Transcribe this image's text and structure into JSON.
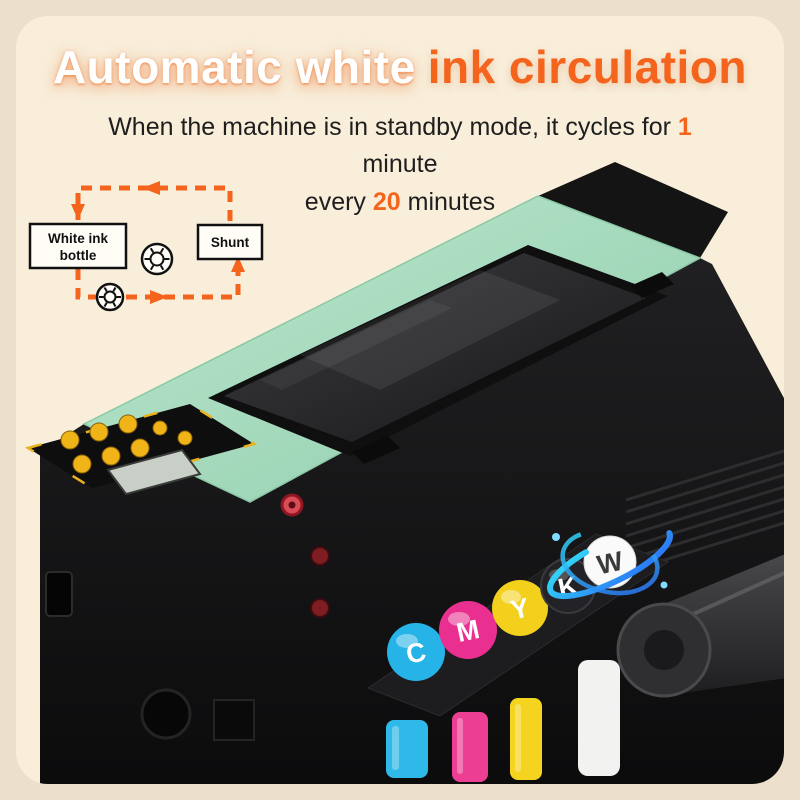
{
  "card": {
    "background": "#f8eeda",
    "outer_background": "#ece0cb"
  },
  "header": {
    "title_white": "Automatic white",
    "title_orange": "ink circulation",
    "accent_color": "#f4641d",
    "subtitle": {
      "line1_pre": "When the machine is in standby mode, it cycles for ",
      "num1": "1",
      "line1_post": " minute",
      "line2_pre": "every ",
      "num2": "20",
      "line2_post": " minutes"
    }
  },
  "diagram": {
    "white_ink_bottle_label_line1": "White ink",
    "white_ink_bottle_label_line2": "bottle",
    "shunt_label": "Shunt",
    "arrow_color": "#f4641d"
  },
  "printer": {
    "deck_color": "#a9dcc0",
    "body_color": "#121214",
    "inks": [
      {
        "label": "C",
        "color": "#26b3e8"
      },
      {
        "label": "M",
        "color": "#e93090"
      },
      {
        "label": "Y",
        "color": "#f3d01c"
      },
      {
        "label": "K",
        "color": "#232327"
      },
      {
        "label": "W",
        "color": "#fafafa"
      }
    ],
    "swirl_color": "#2a8cf5"
  }
}
